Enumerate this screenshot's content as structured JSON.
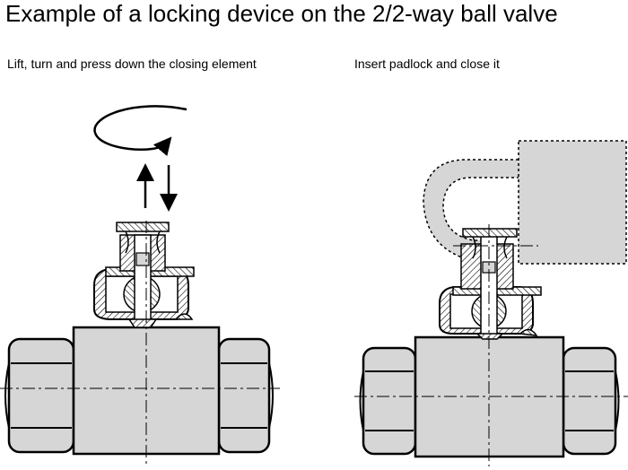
{
  "title": "Example of a locking device on the 2/2-way ball valve",
  "steps": [
    {
      "caption": "Lift, turn and press down the closing element"
    },
    {
      "caption": "Insert padlock and close it"
    }
  ],
  "colors": {
    "body_fill": "#d6d6d6",
    "padlock_fill": "#d6d6d6",
    "line": "#000000",
    "background": "#ffffff"
  }
}
